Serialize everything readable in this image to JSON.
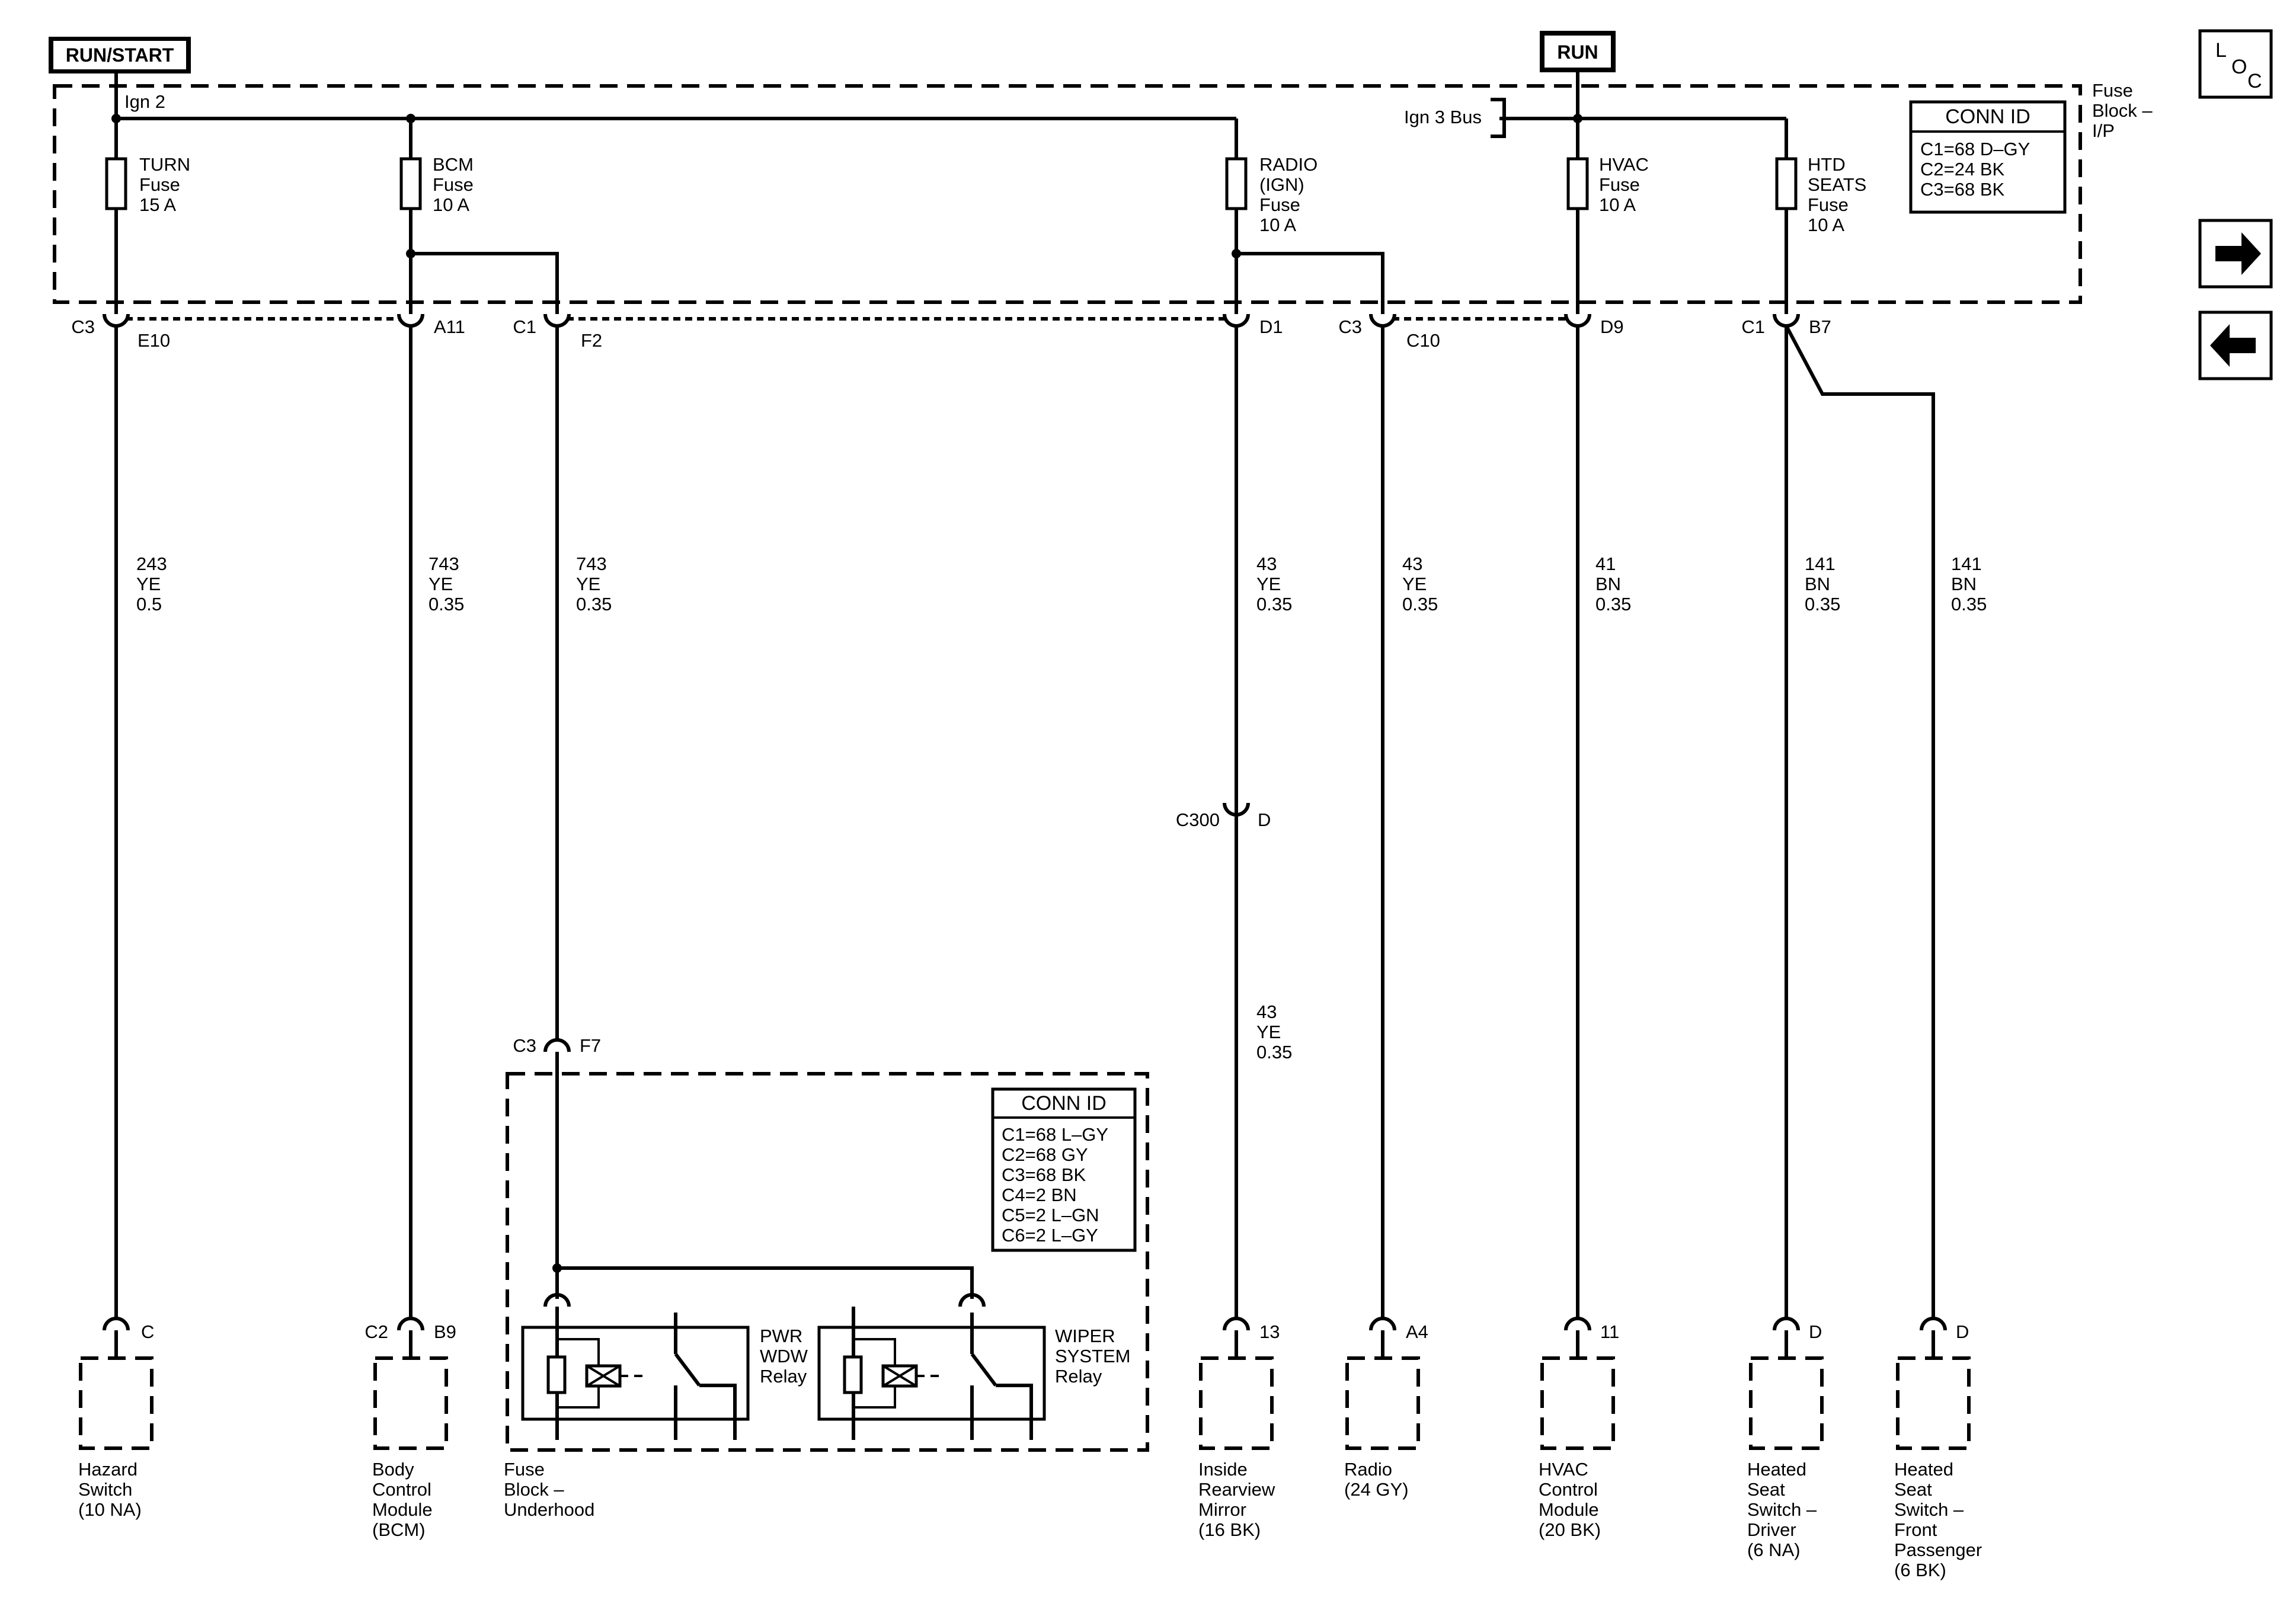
{
  "power_sources": [
    {
      "id": "run_start",
      "label": "RUN/START"
    },
    {
      "id": "run",
      "label": "RUN"
    }
  ],
  "buses": {
    "ign2": "Ign 2",
    "ign3": "Ign 3 Bus"
  },
  "fuse_block_ip": {
    "label": [
      "Fuse",
      "Block –",
      "I/P"
    ],
    "conn_id": {
      "title": "CONN ID",
      "rows": [
        "C1=68 D–GY",
        "C2=24 BK",
        "C3=68 BK"
      ]
    }
  },
  "fuses": [
    {
      "id": "turn",
      "lines": [
        "TURN",
        "Fuse",
        "15 A"
      ]
    },
    {
      "id": "bcm",
      "lines": [
        "BCM",
        "Fuse",
        "10 A"
      ]
    },
    {
      "id": "radio",
      "lines": [
        "RADIO",
        "(IGN)",
        "Fuse",
        "10 A"
      ]
    },
    {
      "id": "hvac",
      "lines": [
        "HVAC",
        "Fuse",
        "10 A"
      ]
    },
    {
      "id": "htd",
      "lines": [
        "HTD",
        "SEATS",
        "Fuse",
        "10 A"
      ]
    }
  ],
  "connectors_top": [
    {
      "conn": "C3",
      "pin": "E10"
    },
    {
      "conn": "",
      "pin": "A11"
    },
    {
      "conn": "C1",
      "pin": "F2"
    },
    {
      "conn": "",
      "pin": "D1"
    },
    {
      "conn": "C3",
      "pin": "C10"
    },
    {
      "conn": "",
      "pin": "D9"
    },
    {
      "conn": "C1",
      "pin": "B7"
    }
  ],
  "wires": [
    {
      "circuit": "243",
      "color": "YE",
      "gauge": "0.5"
    },
    {
      "circuit": "743",
      "color": "YE",
      "gauge": "0.35"
    },
    {
      "circuit": "743",
      "color": "YE",
      "gauge": "0.35"
    },
    {
      "circuit": "43",
      "color": "YE",
      "gauge": "0.35"
    },
    {
      "circuit": "43",
      "color": "YE",
      "gauge": "0.35"
    },
    {
      "circuit": "41",
      "color": "BN",
      "gauge": "0.35"
    },
    {
      "circuit": "141",
      "color": "BN",
      "gauge": "0.35"
    },
    {
      "circuit": "141",
      "color": "BN",
      "gauge": "0.35"
    }
  ],
  "inline_connector": {
    "conn": "C300",
    "pin": "D"
  },
  "wire_after_c300": {
    "circuit": "43",
    "color": "YE",
    "gauge": "0.35"
  },
  "underhood_entry": {
    "conn": "C3",
    "pin": "F7"
  },
  "fuse_block_underhood": {
    "conn_id": {
      "title": "CONN ID",
      "rows": [
        "C1=68 L–GY",
        "C2=68 GY",
        "C3=68 BK",
        "C4=2 BN",
        "C5=2 L–GN",
        "C6=2 L–GY"
      ]
    },
    "relays": [
      {
        "id": "pwr_wdw",
        "lines": [
          "PWR",
          "WDW",
          "Relay"
        ]
      },
      {
        "id": "wiper",
        "lines": [
          "WIPER",
          "SYSTEM",
          "Relay"
        ]
      }
    ]
  },
  "components": [
    {
      "id": "hazard",
      "conn": "",
      "pin": "C",
      "lines": [
        "Hazard",
        "Switch",
        "(10 NA)"
      ]
    },
    {
      "id": "bcm",
      "conn": "C2",
      "pin": "B9",
      "lines": [
        "Body",
        "Control",
        "Module",
        "(BCM)"
      ]
    },
    {
      "id": "fbu",
      "conn": "",
      "pin": "",
      "lines": [
        "Fuse",
        "Block –",
        "Underhood"
      ]
    },
    {
      "id": "mirror",
      "conn": "",
      "pin": "13",
      "lines": [
        "Inside",
        "Rearview",
        "Mirror",
        "(16 BK)"
      ]
    },
    {
      "id": "radio",
      "conn": "",
      "pin": "A4",
      "lines": [
        "Radio",
        "(24 GY)"
      ]
    },
    {
      "id": "hvac",
      "conn": "",
      "pin": "11",
      "lines": [
        "HVAC",
        "Control",
        "Module",
        "(20 BK)"
      ]
    },
    {
      "id": "hsd",
      "conn": "",
      "pin": "D",
      "lines": [
        "Heated",
        "Seat",
        "Switch –",
        "Driver",
        "(6 NA)"
      ]
    },
    {
      "id": "hsp",
      "conn": "",
      "pin": "D",
      "lines": [
        "Heated",
        "Seat",
        "Switch –",
        "Front",
        "Passenger",
        "(6 BK)"
      ]
    }
  ],
  "nav": {
    "loc": {
      "l": "L",
      "o": "O",
      "c": "C"
    }
  }
}
